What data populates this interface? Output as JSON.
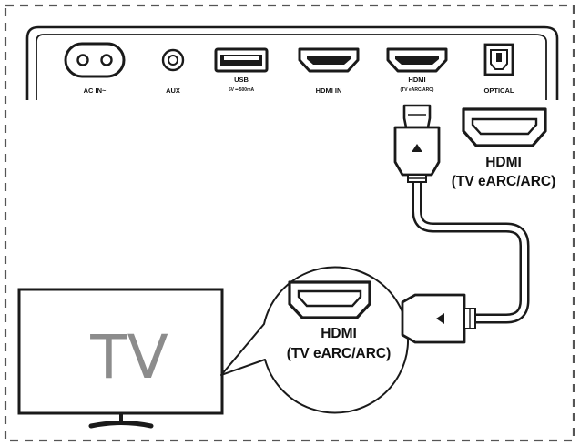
{
  "panel": {
    "ports": [
      {
        "icon": "ac-power-icon",
        "label": "AC IN~"
      },
      {
        "icon": "aux-jack-icon",
        "label": "AUX"
      },
      {
        "icon": "usb-port-icon",
        "label": "USB",
        "sublabel": "5V ━ 500mA"
      },
      {
        "icon": "hdmi-in-port-icon",
        "label": "HDMI IN"
      },
      {
        "icon": "hdmi-earc-port-icon",
        "label": "HDMI",
        "sublabel": "(TV eARC/ARC)"
      },
      {
        "icon": "optical-port-icon",
        "label": "OPTICAL"
      }
    ]
  },
  "soundbar_port_callout": {
    "line1": "HDMI",
    "line2": "(TV eARC/ARC)"
  },
  "tv": {
    "label": "TV"
  },
  "tv_port_callout": {
    "line1": "HDMI",
    "line2": "(TV eARC/ARC)"
  },
  "colors": {
    "stroke": "#1a1a1a",
    "tv_text": "#8c8c8c",
    "dashed_border": "#555555"
  }
}
